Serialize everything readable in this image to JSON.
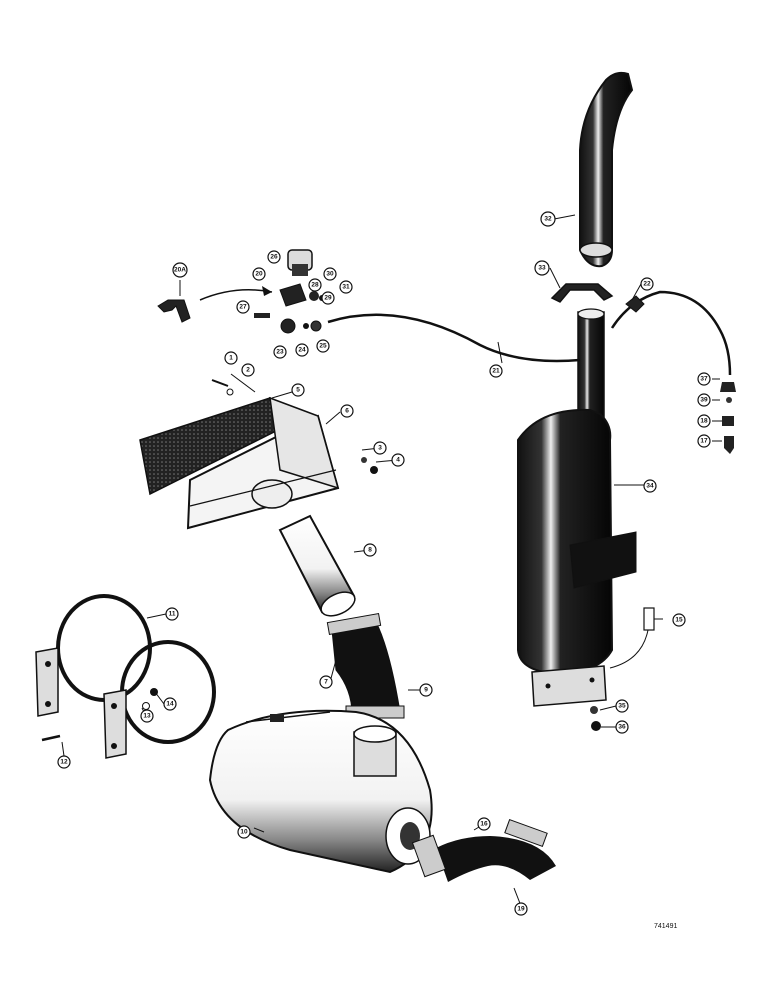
{
  "figure_number": "741491",
  "callouts": [
    {
      "id": "c1",
      "label": "1"
    },
    {
      "id": "c2",
      "label": "2"
    },
    {
      "id": "c3",
      "label": "3"
    },
    {
      "id": "c4",
      "label": "4"
    },
    {
      "id": "c5",
      "label": "5"
    },
    {
      "id": "c6",
      "label": "6"
    },
    {
      "id": "c7",
      "label": "7"
    },
    {
      "id": "c8",
      "label": "8"
    },
    {
      "id": "c9",
      "label": "9"
    },
    {
      "id": "c10",
      "label": "10"
    },
    {
      "id": "c11",
      "label": "11"
    },
    {
      "id": "c12",
      "label": "12"
    },
    {
      "id": "c13",
      "label": "13"
    },
    {
      "id": "c14",
      "label": "14"
    },
    {
      "id": "c15",
      "label": "15"
    },
    {
      "id": "c16",
      "label": "16"
    },
    {
      "id": "c17",
      "label": "17"
    },
    {
      "id": "c18",
      "label": "18"
    },
    {
      "id": "c19",
      "label": "19"
    },
    {
      "id": "c20",
      "label": "20"
    },
    {
      "id": "c20a",
      "label": "20A"
    },
    {
      "id": "c21",
      "label": "21"
    },
    {
      "id": "c22",
      "label": "22"
    },
    {
      "id": "c23",
      "label": "23"
    },
    {
      "id": "c24",
      "label": "24"
    },
    {
      "id": "c25",
      "label": "25"
    },
    {
      "id": "c26",
      "label": "26"
    },
    {
      "id": "c27",
      "label": "27"
    },
    {
      "id": "c28",
      "label": "28"
    },
    {
      "id": "c29",
      "label": "29"
    },
    {
      "id": "c30",
      "label": "30"
    },
    {
      "id": "c31",
      "label": "31"
    },
    {
      "id": "c32",
      "label": "32"
    },
    {
      "id": "c33",
      "label": "33"
    },
    {
      "id": "c34",
      "label": "34"
    },
    {
      "id": "c35",
      "label": "35"
    },
    {
      "id": "c36",
      "label": "36"
    },
    {
      "id": "c37",
      "label": "37"
    },
    {
      "id": "c39",
      "label": "39"
    }
  ]
}
